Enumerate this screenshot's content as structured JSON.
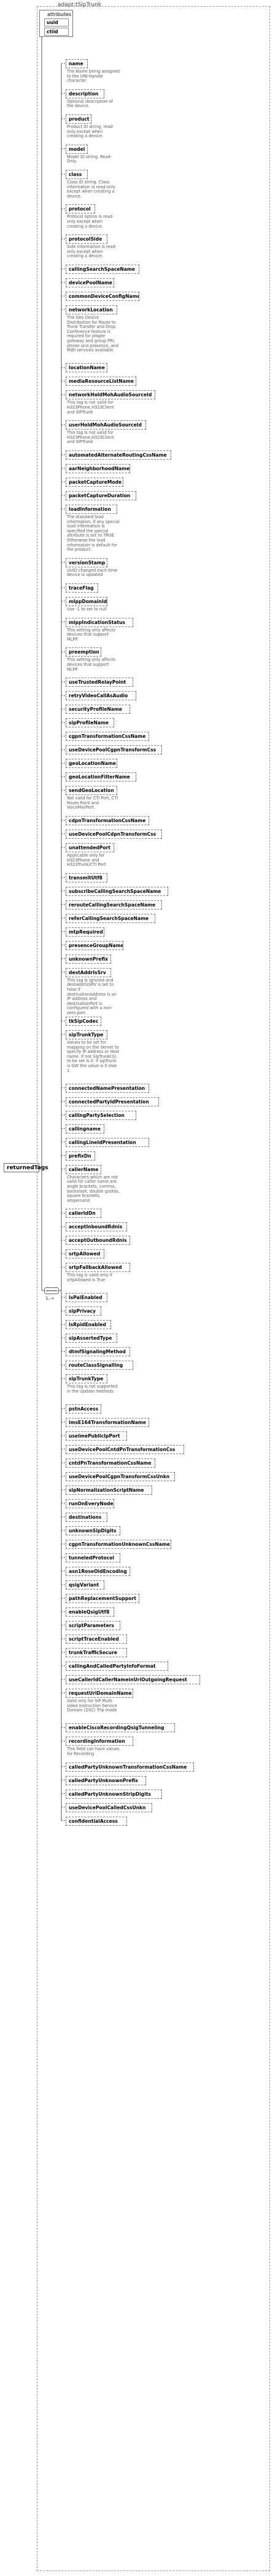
{
  "header": {
    "label": "adapt:tSipTrunk"
  },
  "root": {
    "label": "returnedTags"
  },
  "attributes": {
    "label": "attributes",
    "items": [
      "uuid",
      "ctiid"
    ]
  },
  "sequence": {
    "label": "1..∞"
  },
  "elements": [
    {
      "name": "name",
      "desc": "The Name being assigned to the UNI-Handle character"
    },
    {
      "name": "description",
      "desc": "Optional description of the device."
    },
    {
      "name": "product",
      "desc": "Product ID string, read-only except when creating a device."
    },
    {
      "name": "model",
      "desc": "Model ID string. Read-Only."
    },
    {
      "name": "class",
      "desc": "Class ID string. Class information is read-only except when creating a device."
    },
    {
      "name": "protocol",
      "desc": "Protocol option is read-only except when creating a device."
    },
    {
      "name": "protocolSide",
      "desc": "Side information is read-only except when creating a device."
    },
    {
      "name": "callingSearchSpaceName",
      "desc": ""
    },
    {
      "name": "devicePoolName",
      "desc": ""
    },
    {
      "name": "commonDeviceConfigName",
      "desc": ""
    },
    {
      "name": "networkLocation",
      "desc": "The Geo Device Distribution for Route to Trunk Transfer and Drop Conference feature is required for proper gateway and group PRI, phone and presence, and MWI services available."
    },
    {
      "name": "locationName",
      "desc": ""
    },
    {
      "name": "mediaResourceListName",
      "desc": ""
    },
    {
      "name": "networkHoldMohAudioSourceId",
      "desc": "This tag is not valid for H323Phone,H323Client and SIPTrunk"
    },
    {
      "name": "userHoldMohAudioSourceId",
      "desc": "This tag is not valid for H323Phone,H323Client and SIPTrunk"
    },
    {
      "name": "automatedAlternateRoutingCssName",
      "desc": ""
    },
    {
      "name": "aarNeighborhoodName",
      "desc": ""
    },
    {
      "name": "packetCaptureMode",
      "desc": ""
    },
    {
      "name": "packetCaptureDuration",
      "desc": ""
    },
    {
      "name": "loadInformation",
      "desc": "The standard load information; if any special load information is specified the special attribute is set to TRUE. Otherwise the load information is default for the product."
    },
    {
      "name": "versionStamp",
      "desc": "UUID changed each time device is updated"
    },
    {
      "name": "traceFlag",
      "desc": ""
    },
    {
      "name": "mlppDomainId",
      "desc": "Use -1 to set to null"
    },
    {
      "name": "mlppIndicationStatus",
      "desc": "This setting only affects devices that support MLPP."
    },
    {
      "name": "preemption",
      "desc": "This setting only affects devices that support MLPP."
    },
    {
      "name": "useTrustedRelayPoint",
      "desc": ""
    },
    {
      "name": "retryVideoCallAsAudio",
      "desc": ""
    },
    {
      "name": "securityProfileName",
      "desc": ""
    },
    {
      "name": "sipProfileName",
      "desc": ""
    },
    {
      "name": "cgpnTransformationCssName",
      "desc": ""
    },
    {
      "name": "useDevicePoolCgpnTransformCss",
      "desc": ""
    },
    {
      "name": "geoLocationName",
      "desc": ""
    },
    {
      "name": "geoLocationFilterName",
      "desc": ""
    },
    {
      "name": "sendGeoLocation",
      "desc": "Not valid for CTI Port, CTI Route Point and VoiceMailPort."
    },
    {
      "name": "cdpnTransformationCssName",
      "desc": ""
    },
    {
      "name": "useDevicePoolCdpnTransformCss",
      "desc": ""
    },
    {
      "name": "unattendedPort",
      "desc": "Applicable only for H323Phone and H323Trunk/CTI Port"
    },
    {
      "name": "transmitUtf8",
      "desc": ""
    },
    {
      "name": "subscribeCallingSearchSpaceName",
      "desc": ""
    },
    {
      "name": "rerouteCallingSearchSpaceName",
      "desc": ""
    },
    {
      "name": "referCallingSearchSpaceName",
      "desc": ""
    },
    {
      "name": "mtpRequired",
      "desc": ""
    },
    {
      "name": "presenceGroupName",
      "desc": ""
    },
    {
      "name": "unknownPrefix",
      "desc": ""
    },
    {
      "name": "destAddrIsSrv",
      "desc": "This tag is ignored and destAddrIsSRV is set to false if destinationAddress is an IP address and destinationPort is configured with a non-zero port."
    },
    {
      "name": "tkSipCodec",
      "desc": ""
    },
    {
      "name": "sipTrunkType",
      "desc": "Values to be set for mapping on the Server to specify IP address or Host name. If not SipTrunk(3): to be set is 0. If sipTrunk is GW the value is 0 else 1."
    },
    {
      "name": "connectedNamePresentation",
      "desc": ""
    },
    {
      "name": "connectedPartyIdPresentation",
      "desc": ""
    },
    {
      "name": "callingPartySelection",
      "desc": ""
    },
    {
      "name": "callingname",
      "desc": ""
    },
    {
      "name": "callingLineIdPresentation",
      "desc": ""
    },
    {
      "name": "prefixDn",
      "desc": ""
    },
    {
      "name": "callerName",
      "desc": "Characters which are not valid for caller name are: angle brackets, comma, backslash, double quotes, square brackets, ampersand"
    },
    {
      "name": "callerIdDn",
      "desc": ""
    },
    {
      "name": "acceptInboundRdnis",
      "desc": ""
    },
    {
      "name": "acceptOutboundRdnis",
      "desc": ""
    },
    {
      "name": "srtpAllowed",
      "desc": ""
    },
    {
      "name": "srtpFallbackAllowed",
      "desc": "This tag is valid only if srtpAllowed is True"
    },
    {
      "name": "isPaiEnabled",
      "desc": ""
    },
    {
      "name": "sipPrivacy",
      "desc": ""
    },
    {
      "name": "isRpidEnabled",
      "desc": ""
    },
    {
      "name": "sipAssertedType",
      "desc": ""
    },
    {
      "name": "dtmfSignalingMethod",
      "desc": ""
    },
    {
      "name": "routeClassSignalling",
      "desc": ""
    },
    {
      "name": "sipTrunkType",
      "desc": "This tag is not supported in the Update methods"
    },
    {
      "name": "pstnAccess",
      "desc": ""
    },
    {
      "name": "imsE164TransformationName",
      "desc": ""
    },
    {
      "name": "useImePublicIpPort",
      "desc": ""
    },
    {
      "name": "useDevicePoolCntdPnTransformationCss",
      "desc": ""
    },
    {
      "name": "cntdPnTransformationCssName",
      "desc": ""
    },
    {
      "name": "useDevicePoolCgpnTransformCssUnkn",
      "desc": ""
    },
    {
      "name": "sipNormalizationScriptName",
      "desc": ""
    },
    {
      "name": "runOnEveryNode",
      "desc": ""
    },
    {
      "name": "destinations",
      "desc": ""
    },
    {
      "name": "unknownSipDigits",
      "desc": ""
    },
    {
      "name": "cgpnTransformationUnknownCssName",
      "desc": ""
    },
    {
      "name": "tunneledProtocol",
      "desc": ""
    },
    {
      "name": "asn1RoseOidEncoding",
      "desc": ""
    },
    {
      "name": "qsigVariant",
      "desc": ""
    },
    {
      "name": "pathReplacementSupport",
      "desc": ""
    },
    {
      "name": "enableQsigUtf8",
      "desc": ""
    },
    {
      "name": "scriptParameters",
      "desc": ""
    },
    {
      "name": "scriptTraceEnabled",
      "desc": ""
    },
    {
      "name": "trunkTrafficSecure",
      "desc": ""
    },
    {
      "name": "callingAndCalledPartyInfoFormat",
      "desc": ""
    },
    {
      "name": "useCallerIdCallerNameinUriOutgoingRequest",
      "desc": ""
    },
    {
      "name": "requestUriDomainName",
      "desc": "Valid only for SIP Multi-sided Instruction Service Domain (DSC) Trip mode"
    },
    {
      "name": "enableCiscoRecordingQsigTunneling",
      "desc": ""
    },
    {
      "name": "recordingInformation",
      "desc": "This field can have values for Recording"
    },
    {
      "name": "calledPartyUnknownTransformationCssName",
      "desc": ""
    },
    {
      "name": "calledPartyUnknownPrefix",
      "desc": ""
    },
    {
      "name": "calledPartyUnknownStripDigits",
      "desc": ""
    },
    {
      "name": "useDevicePoolCalledCssUnkn",
      "desc": ""
    },
    {
      "name": "confidentialAccess",
      "desc": ""
    }
  ]
}
